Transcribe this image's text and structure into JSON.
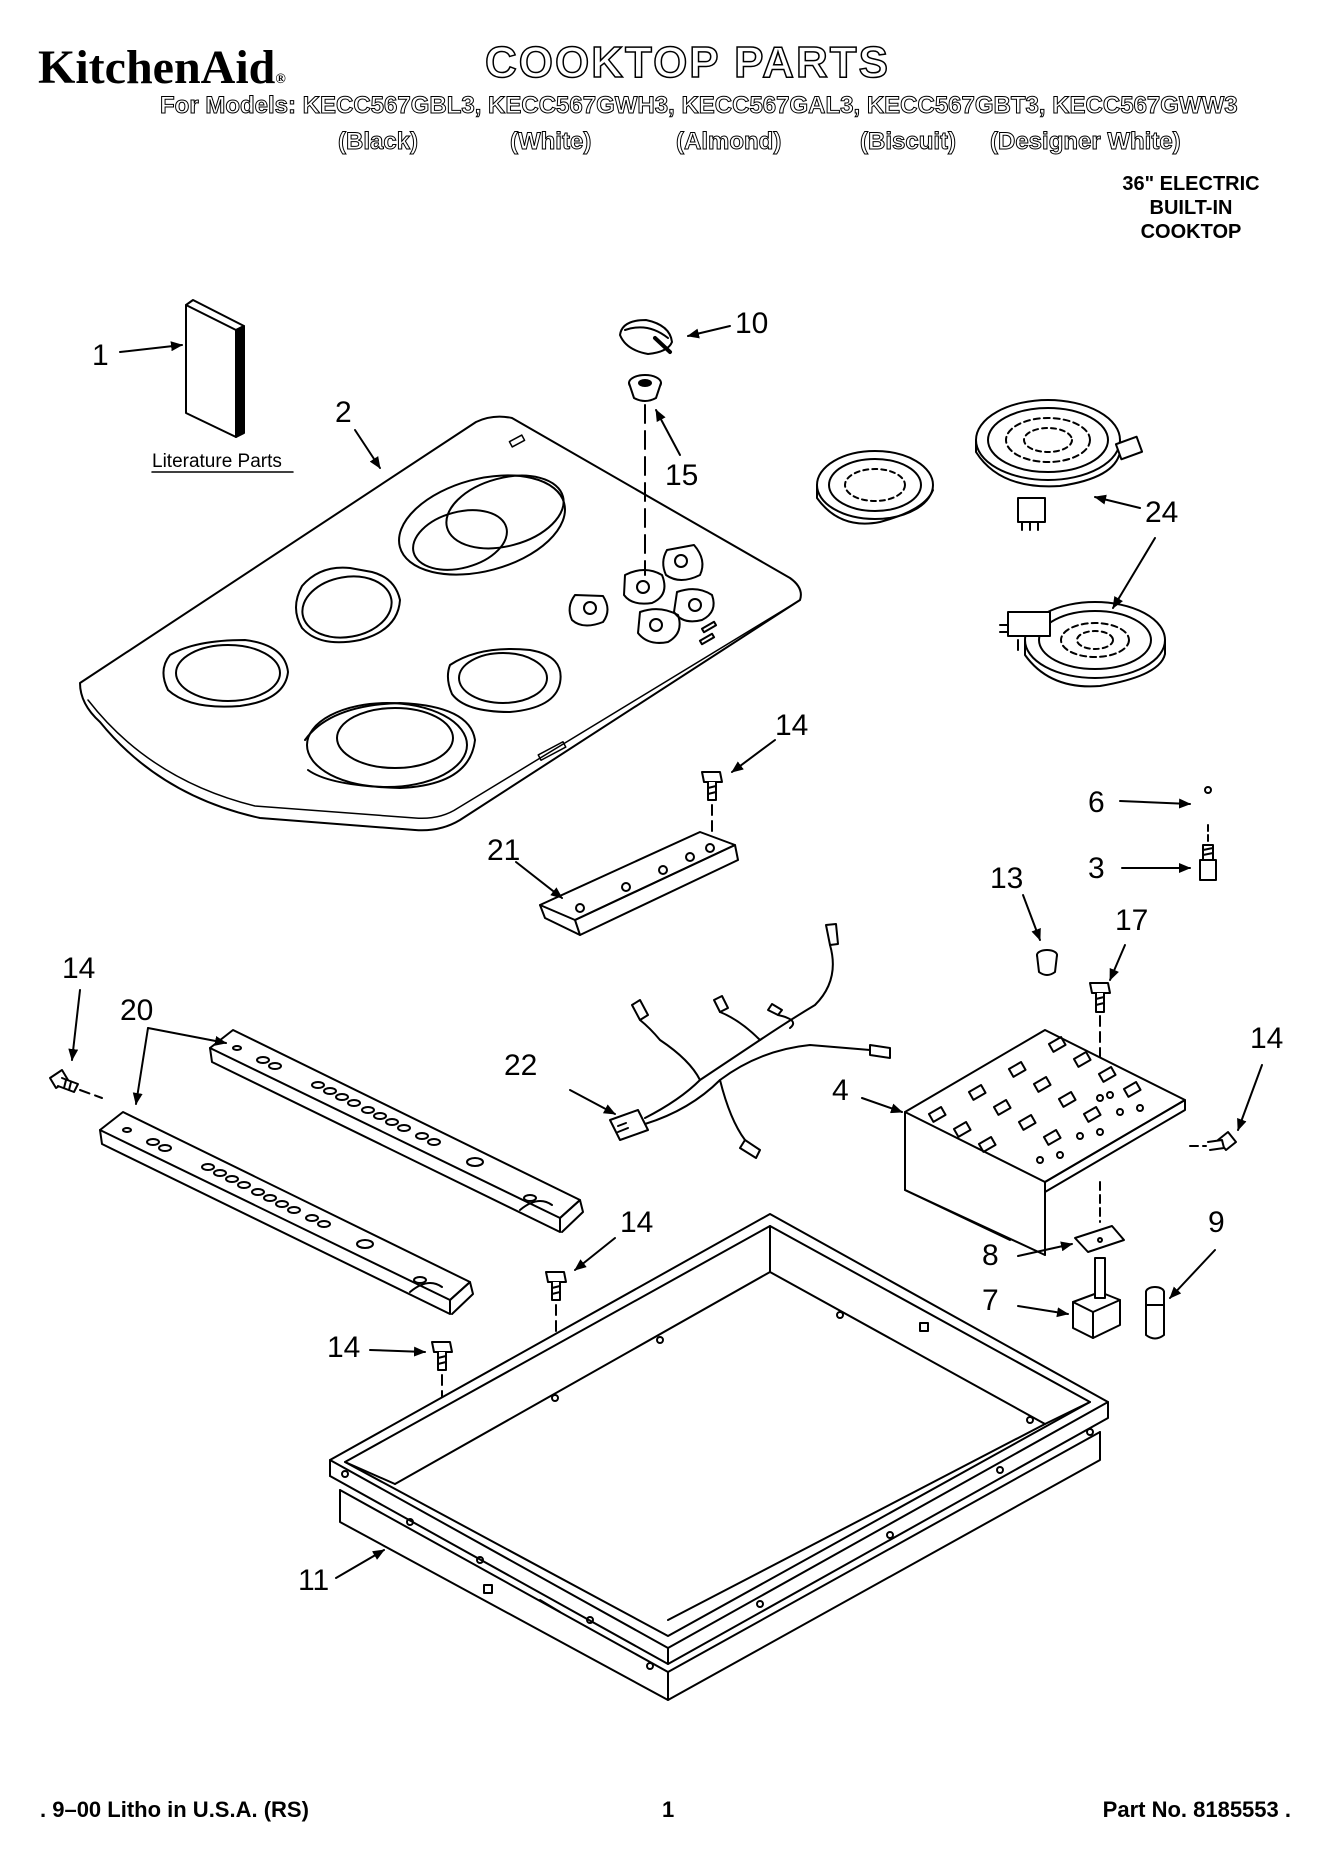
{
  "header": {
    "brand": "KitchenAid",
    "brand_mark": "®",
    "title": "COOKTOP PARTS",
    "models_line": "For Models: KECC567GBL3, KECC567GWH3, KECC567GAL3, KECC567GBT3, KECC567GWW3",
    "colors": [
      "(Black)",
      "(White)",
      "(Almond)",
      "(Biscuit)",
      "(Designer White)"
    ],
    "subtitle": [
      "36\" ELECTRIC",
      "BUILT-IN",
      "COOKTOP"
    ]
  },
  "diagram": {
    "literature_label": "Literature Parts",
    "callouts": [
      "1",
      "2",
      "10",
      "15",
      "24",
      "14",
      "21",
      "6",
      "3",
      "13",
      "17",
      "14",
      "20",
      "22",
      "4",
      "14",
      "14",
      "14",
      "8",
      "9",
      "7",
      "11"
    ]
  },
  "footer": {
    "left": ". 9–00 Litho in U.S.A. (RS)",
    "page": "1",
    "right": "Part No. 8185553 ."
  }
}
